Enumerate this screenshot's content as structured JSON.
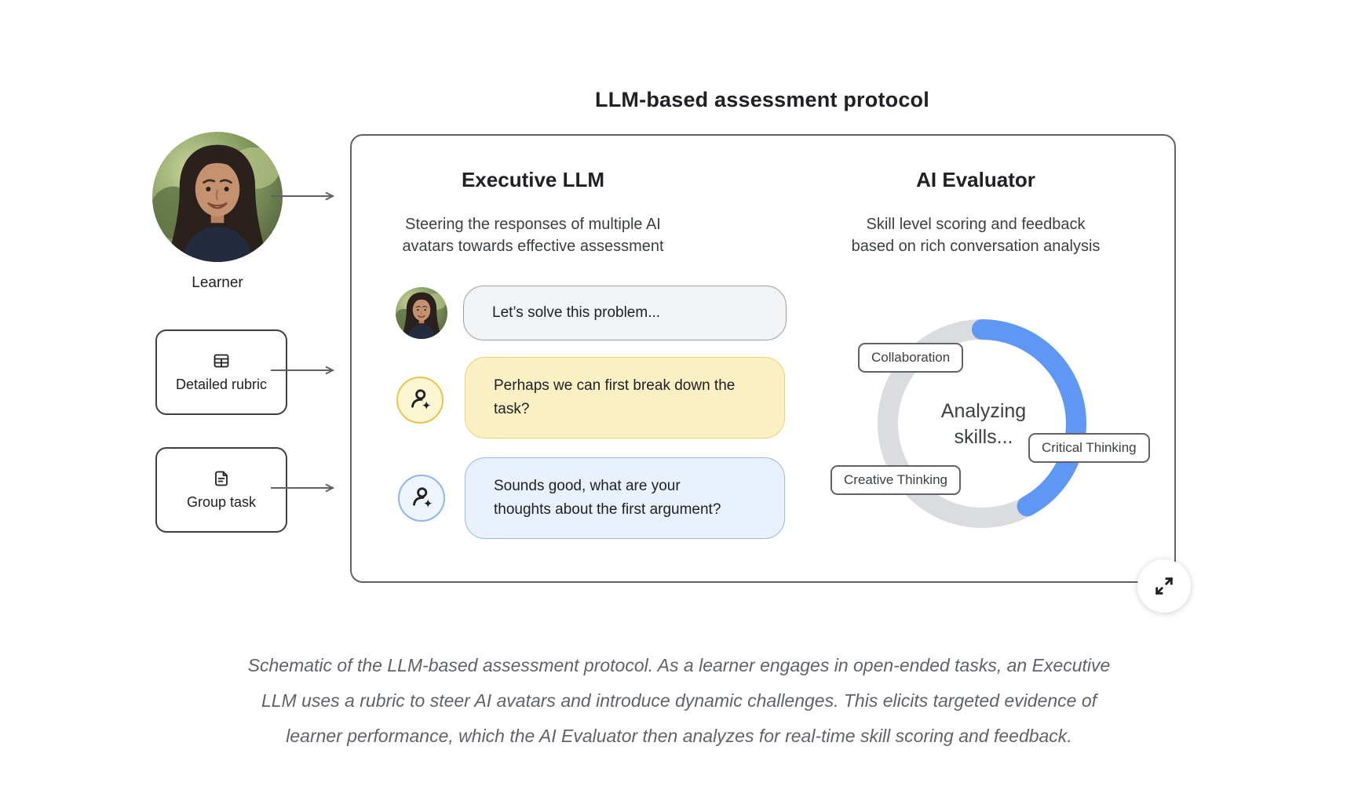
{
  "title": "LLM-based assessment protocol",
  "learner": {
    "label": "Learner"
  },
  "inputs": [
    {
      "label": "Detailed rubric",
      "icon": "table-icon"
    },
    {
      "label": "Group task",
      "icon": "document-icon"
    }
  ],
  "executive": {
    "heading": "Executive LLM",
    "subtitle_line1": "Steering the responses of multiple AI",
    "subtitle_line2": "avatars towards effective assessment",
    "messages": [
      {
        "speaker": "learner",
        "style": "gray",
        "lines": [
          "Let’s solve this problem..."
        ]
      },
      {
        "speaker": "ai-avatar",
        "style": "yellow",
        "lines": [
          "Perhaps we can first break down the",
          "task?"
        ]
      },
      {
        "speaker": "ai-avatar",
        "style": "blue",
        "lines": [
          "Sounds good, what are your",
          "thoughts about the first argument?"
        ]
      }
    ]
  },
  "evaluator": {
    "heading": "AI Evaluator",
    "subtitle_line1": "Skill level scoring and feedback",
    "subtitle_line2": "based on rich conversation analysis",
    "center_line1": "Analyzing",
    "center_line2": "skills...",
    "skills": [
      "Collaboration",
      "Critical Thinking",
      "Creative Thinking"
    ],
    "ring_progress_fraction": 0.42
  },
  "expand_button": {
    "icon": "open-in-full-icon"
  },
  "caption": {
    "lines": [
      "Schematic of the LLM-based assessment protocol. As a learner engages in open-ended tasks, an Executive",
      "LLM uses a rubric to steer AI avatars and introduce dynamic challenges. This elicits targeted evidence of",
      "learner performance, which the AI Evaluator then analyzes for real-time skill scoring and feedback."
    ]
  },
  "colors": {
    "ring_blue": "#5e97f6",
    "ring_gray": "#dadce0",
    "bubble_gray_bg": "#f1f3f4",
    "bubble_gray_border": "#9aa0a6",
    "bubble_yellow_bg": "#faf0c4",
    "bubble_yellow_border": "#eed26f",
    "bubble_blue_bg": "#e9f1fd",
    "bubble_blue_border": "#97b9f2",
    "panel_border": "#5f6368",
    "text_primary": "#202124",
    "text_secondary": "#3c4043",
    "caption_gray": "#5f6368"
  }
}
